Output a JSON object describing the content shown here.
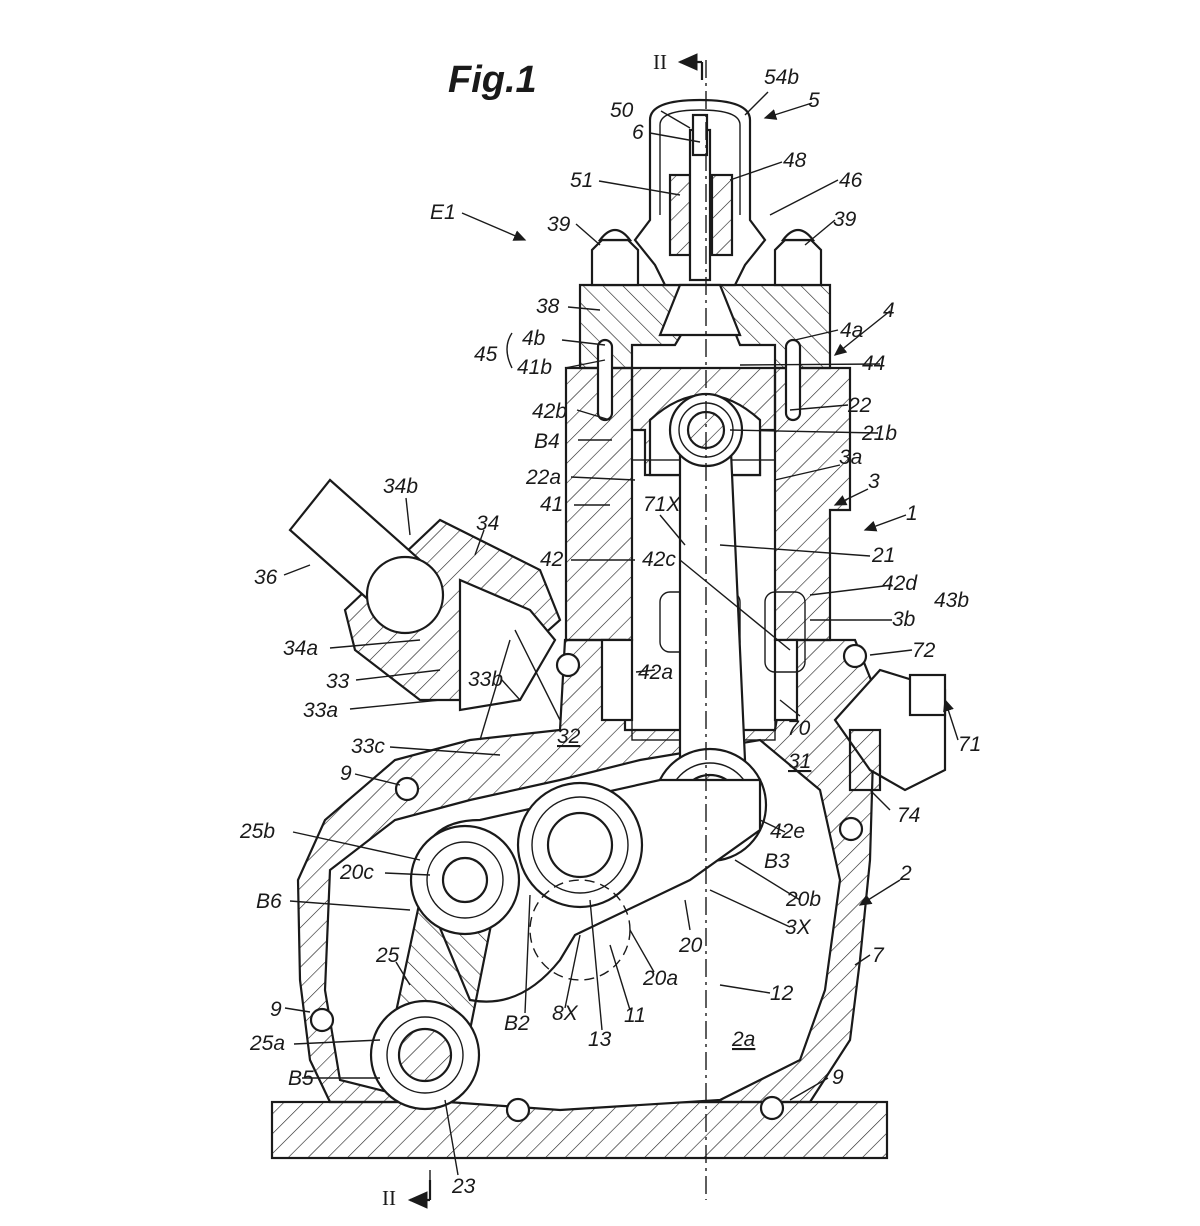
{
  "figure_title": "Fig.1",
  "section_mark": "II",
  "labels": {
    "l54b": "54b",
    "l5": "5",
    "l50": "50",
    "l6": "6",
    "l48": "48",
    "l51": "51",
    "l46": "46",
    "lE1": "E1",
    "l39a": "39",
    "l39b": "39",
    "l38": "38",
    "l4": "4",
    "l4b": "4b",
    "l4a": "4a",
    "l45": "45",
    "l41b": "41b",
    "l44": "44",
    "l42b": "42b",
    "l22": "22",
    "lB4": "B4",
    "l21b": "21b",
    "l22a": "22a",
    "l3a": "3a",
    "l3": "3",
    "l41": "41",
    "l71X": "71X",
    "l1": "1",
    "l34b": "34b",
    "l34": "34",
    "l42": "42",
    "l42c": "42c",
    "l21": "21",
    "l36": "36",
    "l42d": "42d",
    "l43b": "43b",
    "l3b": "3b",
    "l34a": "34a",
    "l72": "72",
    "l33": "33",
    "l33b": "33b",
    "l42a": "42a",
    "l33a": "33a",
    "l70": "70",
    "l71": "71",
    "l33c": "33c",
    "l32": "32",
    "l31": "31",
    "l9a": "9",
    "l74": "74",
    "l25b": "25b",
    "l42e": "42e",
    "lB3": "B3",
    "l20c": "20c",
    "l2": "2",
    "l20b": "20b",
    "lB6": "B6",
    "l20": "20",
    "l3X": "3X",
    "l25": "25",
    "l7": "7",
    "l20a": "20a",
    "l12": "12",
    "l9b": "9",
    "lB2": "B2",
    "l8X": "8X",
    "l11": "11",
    "l25a": "25a",
    "l13": "13",
    "l2a": "2a",
    "lB5": "B5",
    "l9c": "9",
    "l23": "23"
  }
}
